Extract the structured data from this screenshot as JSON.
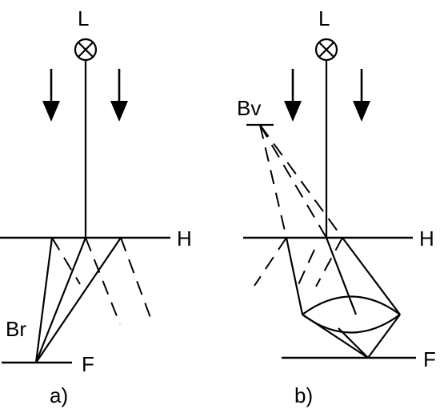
{
  "panels": [
    {
      "id": "a",
      "caption": "a)",
      "source_label": "L",
      "plane_label": "H",
      "floor_label": "F",
      "point_label": "Br",
      "source_icon": "circle-cross-icon"
    },
    {
      "id": "b",
      "caption": "b)",
      "source_label": "L",
      "plane_label": "H",
      "floor_label": "F",
      "point_label": "Bv",
      "source_icon": "circle-cross-icon"
    }
  ]
}
